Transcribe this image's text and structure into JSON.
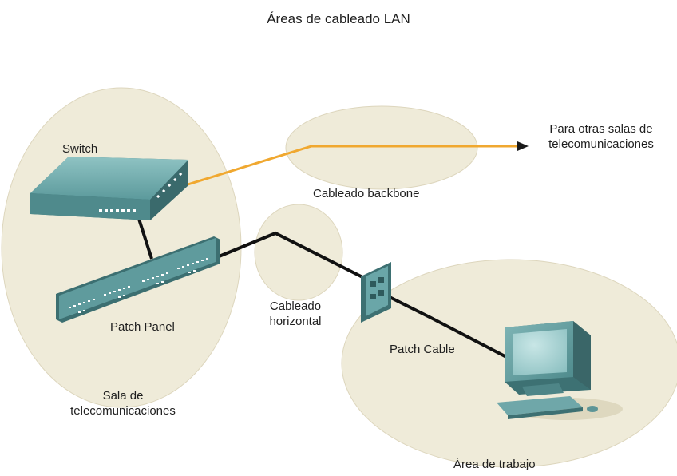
{
  "title": "Áreas de cableado LAN",
  "labels": {
    "switch": "Switch",
    "patch_panel": "Patch Panel",
    "telecom_room_line1": "Sala de",
    "telecom_room_line2": "telecomunicaciones",
    "backbone": "Cableado backbone",
    "other_rooms_line1": "Para otras salas de",
    "other_rooms_line2": "telecomunicaciones",
    "horizontal_line1": "Cableado",
    "horizontal_line2": "horizontal",
    "patch_cable": "Patch Cable",
    "work_area": "Área de trabajo"
  },
  "colors": {
    "area_fill": "#efebd9",
    "area_stroke": "#ddd6bd",
    "backbone_cable": "#f0a830",
    "copper_cable": "#111111",
    "device": "#5e9ea0"
  }
}
